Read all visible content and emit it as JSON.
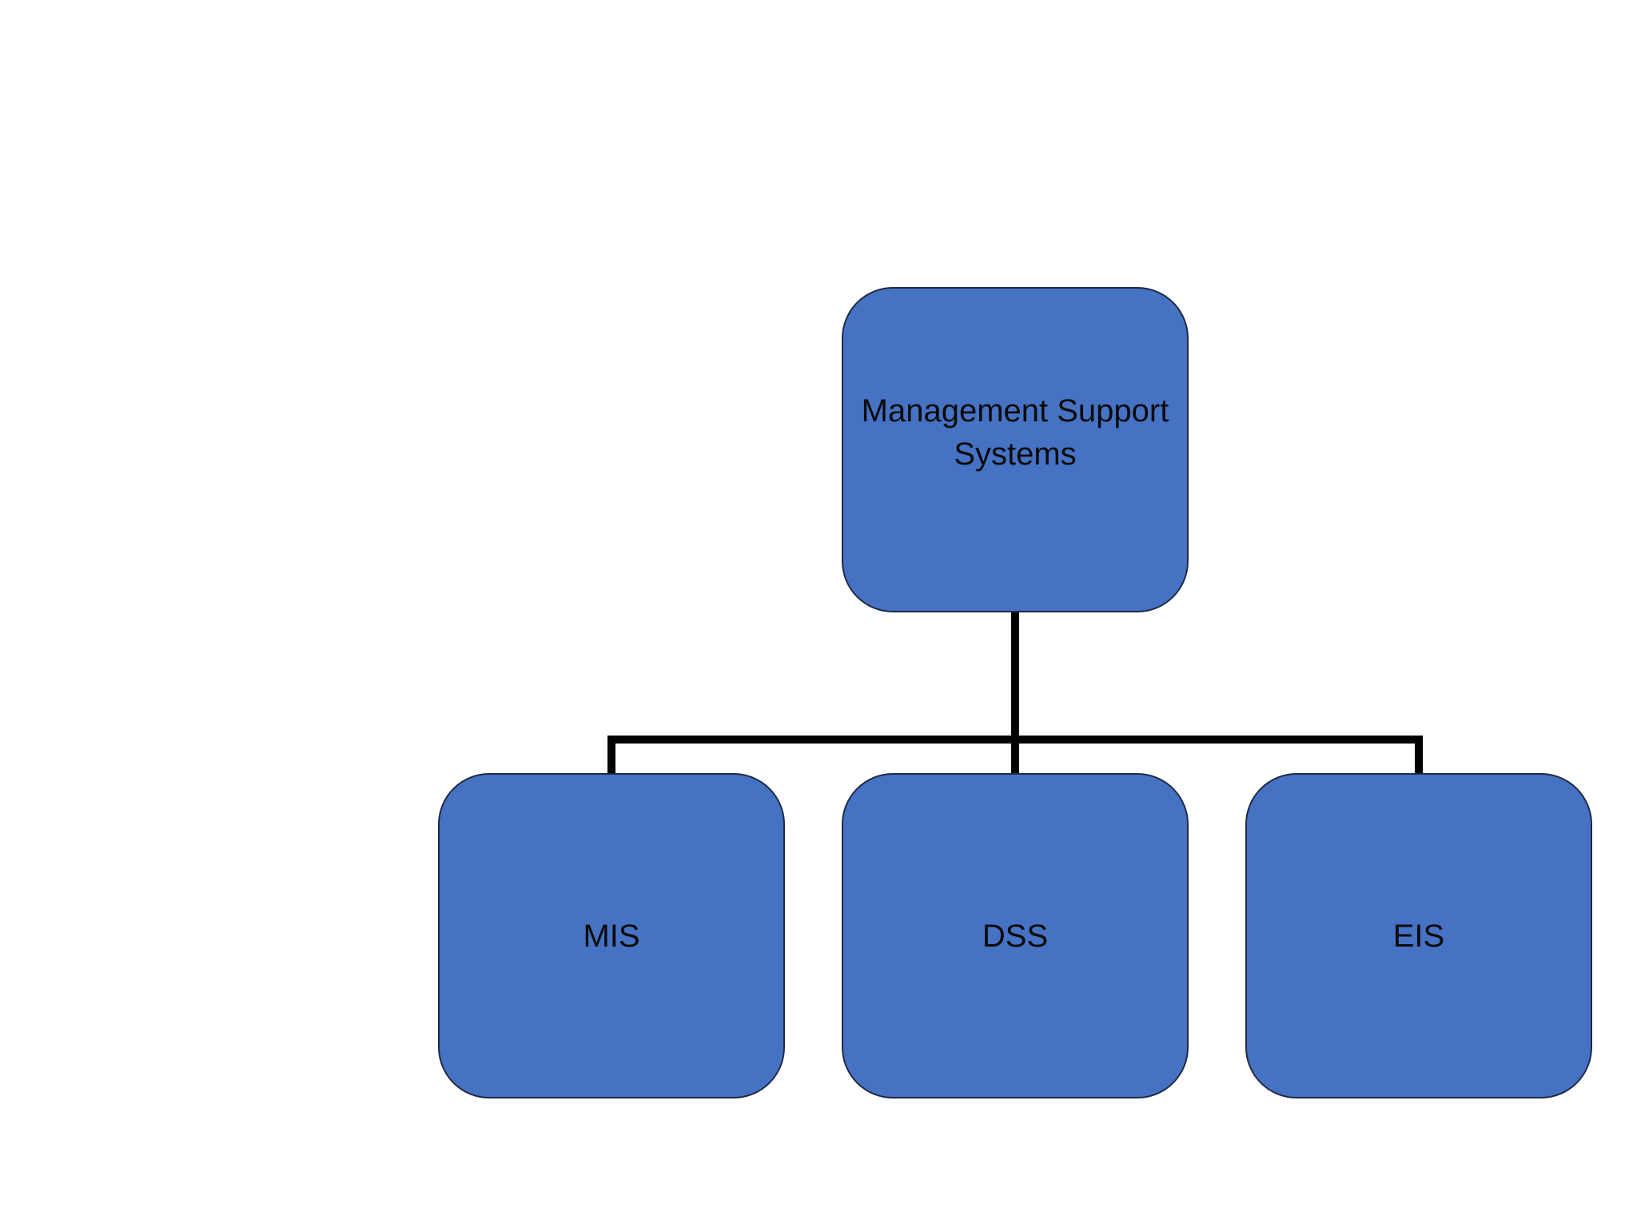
{
  "colors": {
    "node_fill": "#4672C4",
    "node_border": "#1f2a44",
    "connector": "#000000",
    "background": "#ffffff"
  },
  "diagram": {
    "root": {
      "label": "Management Support Systems"
    },
    "children": [
      {
        "label": "MIS"
      },
      {
        "label": "DSS"
      },
      {
        "label": "EIS"
      }
    ]
  }
}
